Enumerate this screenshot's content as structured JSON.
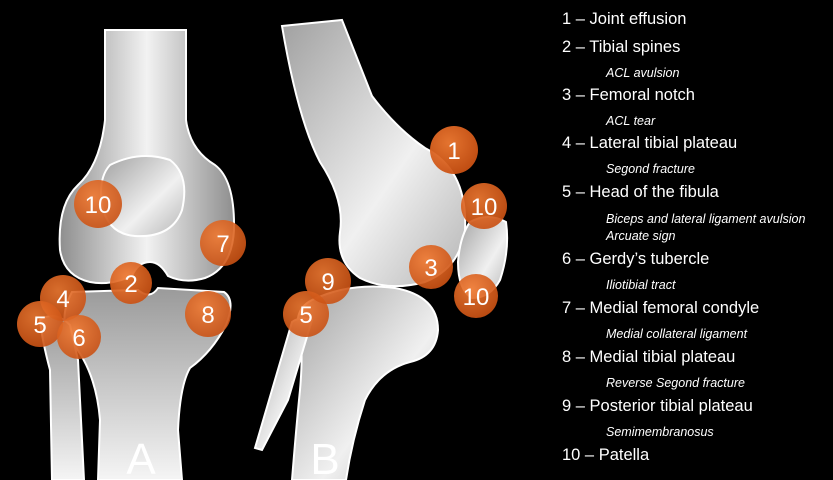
{
  "panels": [
    {
      "label": "A"
    },
    {
      "label": "B"
    }
  ],
  "markers": [
    "1",
    "2",
    "3",
    "4",
    "5",
    "5",
    "6",
    "7",
    "8",
    "9",
    "10",
    "10",
    "10"
  ],
  "legend": [
    {
      "main": "1 – Joint effusion",
      "subs": []
    },
    {
      "main": "2 – Tibial spines",
      "subs": [
        "ACL avulsion"
      ]
    },
    {
      "main": "3 – Femoral notch",
      "subs": [
        "ACL tear"
      ]
    },
    {
      "main": "4 – Lateral tibial plateau",
      "subs": [
        "Segond fracture"
      ]
    },
    {
      "main": "5 – Head of the fibula",
      "subs": [
        "Biceps and lateral ligament avulsion",
        "Arcuate sign"
      ]
    },
    {
      "main": "6 – Gerdy’s tubercle",
      "subs": [
        "Iliotibial tract"
      ]
    },
    {
      "main": "7 – Medial femoral condyle",
      "subs": [
        "Medial collateral ligament"
      ]
    },
    {
      "main": "8 – Medial tibial plateau",
      "subs": [
        "Reverse Segond fracture"
      ]
    },
    {
      "main": "9 – Posterior tibial plateau",
      "subs": [
        "Semimembranosus"
      ]
    },
    {
      "main": "10 – Patella",
      "subs": []
    }
  ],
  "colors": {
    "background": "#000000",
    "marker": "#e0621f",
    "bone_light": "#f2f2f2",
    "bone_dark": "#9a9a9a"
  }
}
